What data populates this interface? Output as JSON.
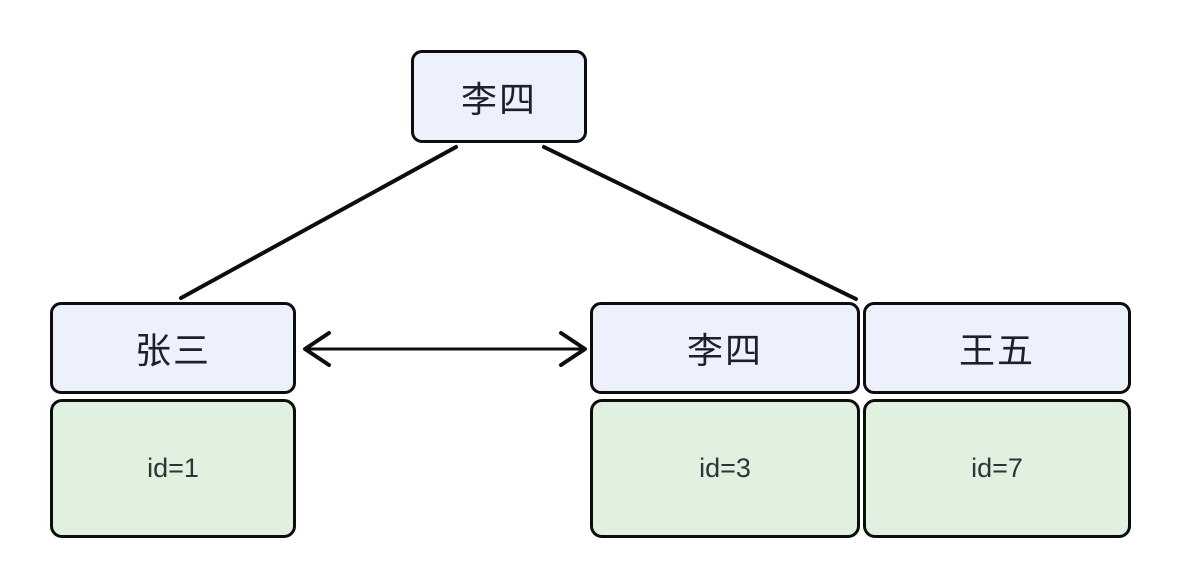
{
  "diagram": {
    "root": {
      "label": "李四"
    },
    "children": [
      {
        "label": "张三",
        "id_text": "id=1"
      },
      {
        "label": "李四",
        "id_text": "id=3"
      },
      {
        "label": "王五",
        "id_text": "id=7"
      }
    ],
    "edges": [
      {
        "from": "root",
        "to": "张三",
        "type": "line"
      },
      {
        "from": "root",
        "to": "李四",
        "type": "line"
      },
      {
        "from": "张三",
        "to": "李四",
        "type": "double-arrow"
      }
    ],
    "colors": {
      "label_fill": "#edf1fb",
      "id_fill": "#e0f1df",
      "stroke": "#0d0d0d",
      "label_text": "#1c2129",
      "id_text": "#2e3438",
      "background": "#ffffff"
    }
  }
}
